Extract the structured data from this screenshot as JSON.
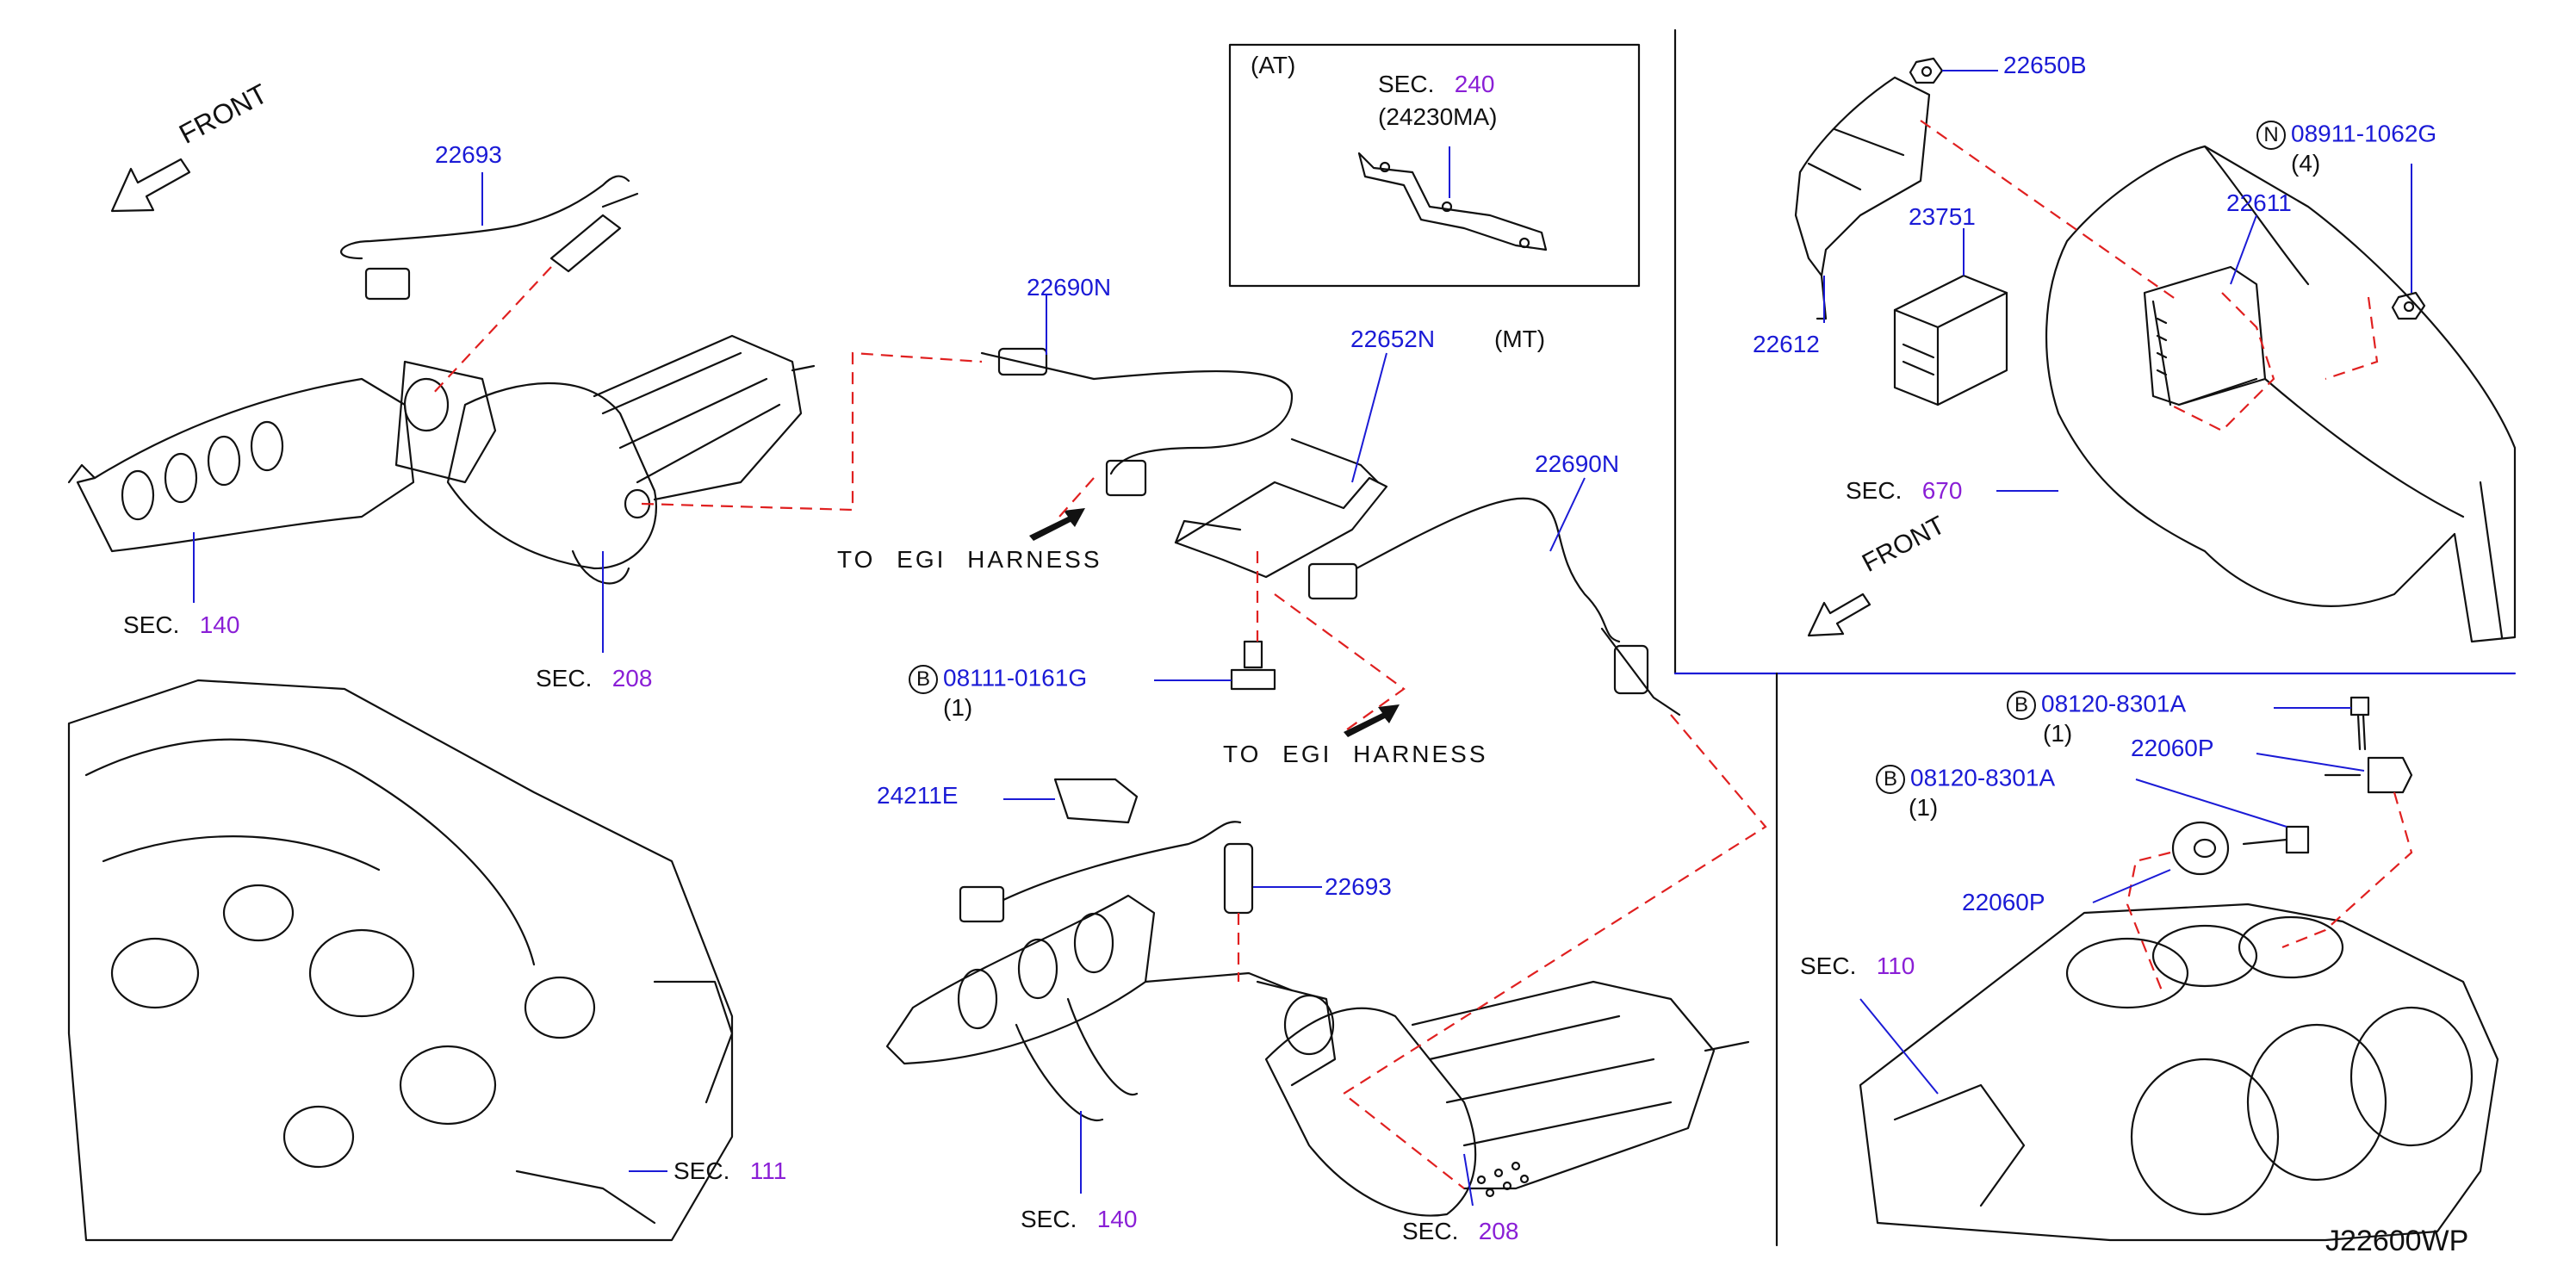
{
  "front_label": "FRONT",
  "diagram_code": "J22600WP",
  "colors": {
    "part_number": "#1b1bd6",
    "section_number": "#8a1fd6",
    "leader": "#1b1bd6",
    "dash": "#e02020"
  },
  "sec_word": "SEC.",
  "sections": [
    "140",
    "208",
    "111",
    "140",
    "208",
    "240",
    "670",
    "110"
  ],
  "inset_at": {
    "tag": "(AT)",
    "ref": "(24230MA)"
  },
  "mt_tag": "(MT)",
  "to_egi": "TO EGI HARNESS",
  "parts": {
    "p22693_top": "22693",
    "p22690N_top": "22690N",
    "p22652N": "22652N",
    "p22690N_right": "22690N",
    "p08111": "08111-0161G",
    "p08111_qty": "(1)",
    "p24211E": "24211E",
    "p22693_bottom": "22693",
    "p22650B": "22650B",
    "p08911": "08911-1062G",
    "p08911_qty": "(4)",
    "p22611": "22611",
    "p23751": "23751",
    "p22612": "22612",
    "p08120_a": "08120-8301A",
    "p08120_a_qty": "(1)",
    "p22060P_a": "22060P",
    "p08120_b": "08120-8301A",
    "p08120_b_qty": "(1)",
    "p22060P_b": "22060P"
  },
  "circle_letters": {
    "b1": "B",
    "n": "N",
    "b2": "B",
    "b3": "B"
  }
}
